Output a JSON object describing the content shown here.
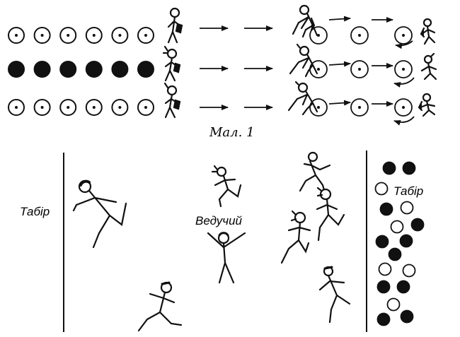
{
  "figure": {
    "caption": "Мал. 1"
  },
  "field": {
    "left_camp_label": "Табір",
    "right_camp_label": "Табір",
    "leader_label": "Ведучий"
  },
  "rows": [
    {
      "marker": "hollow-dot",
      "count": 6
    },
    {
      "marker": "solid",
      "count": 6
    },
    {
      "marker": "hollow-dot",
      "count": 6
    }
  ],
  "colors": {
    "ink": "#111111",
    "background": "#ffffff"
  }
}
